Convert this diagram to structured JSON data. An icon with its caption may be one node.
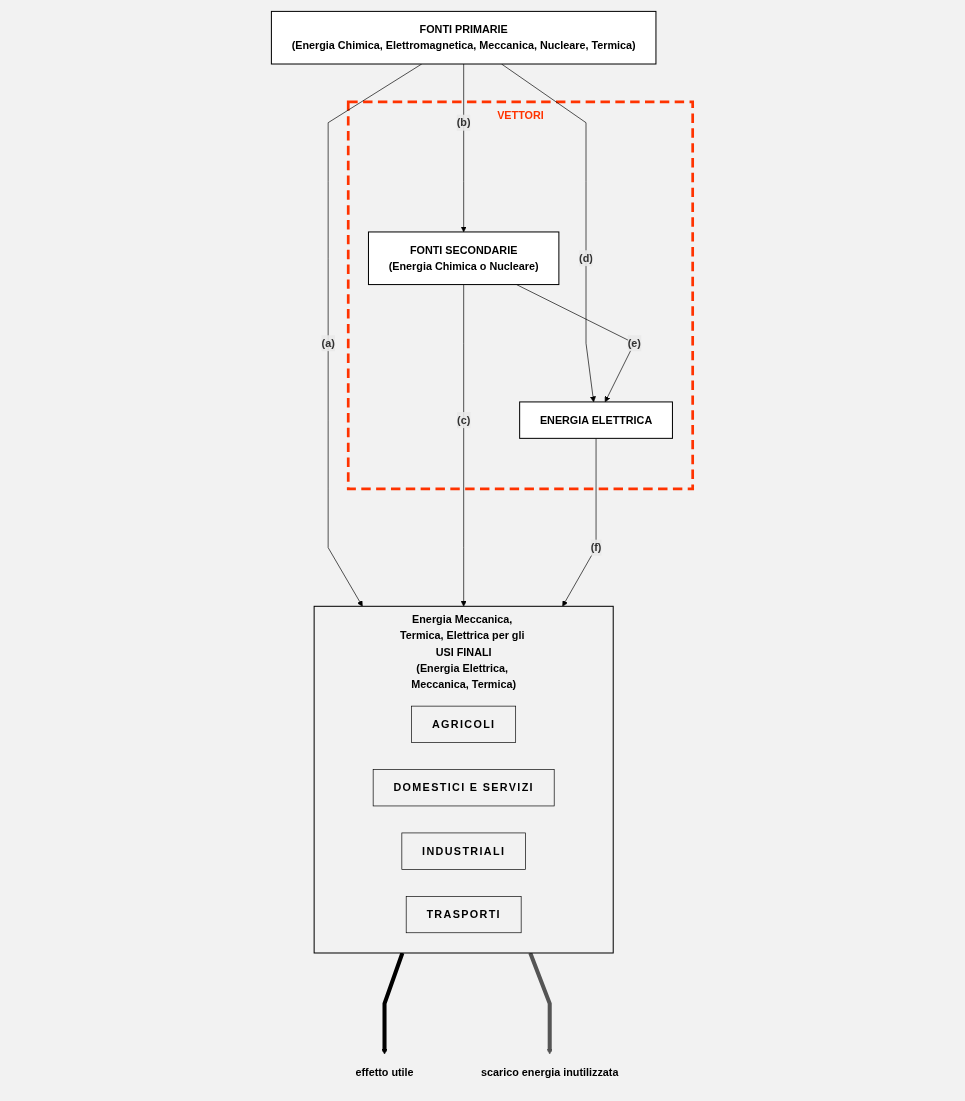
{
  "diagram": {
    "nodes": [
      {
        "text": [
          "FONTI PRIMARIE",
          "(Energia Chimica, Elettromagnetica, Meccanica, Nucleare, Termica)"
        ]
      },
      {
        "text": [
          "VETTORI"
        ]
      },
      {
        "text": [
          "FONTI SECONDARIE",
          "(Energia Chimica o Nucleare)"
        ],
        "in": 1
      },
      {
        "text": [
          "ENERGIA ELETTRICA"
        ],
        "in": 1
      },
      {
        "text": [
          "Energia Meccanica, Termica, Elettrica per gli USI FINALI",
          "(Energia Elettrica, Meccanica, Termica)"
        ]
      },
      {
        "text": [
          "AGRICOLI"
        ],
        "in": 4
      },
      {
        "text": [
          "DOMESTICI E SERVIZI"
        ],
        "in": 4
      },
      {
        "text": [
          "INDUSTRIALI"
        ],
        "in": 4
      },
      {
        "text": [
          "TRASPORTI"
        ],
        "in": 4
      },
      {
        "text": [
          "effetto utile"
        ]
      },
      {
        "text": [
          "scarico energia inutilizzata"
        ]
      }
    ],
    "edges": [
      {
        "from": 0,
        "to": 4,
        "arrow": "to",
        "label": "(a)"
      },
      {
        "from": 0,
        "to": 2,
        "arrow": "to",
        "label": "(b)"
      },
      {
        "from": 2,
        "to": 4,
        "arrow": "to",
        "label": "(c)"
      },
      {
        "from": 0,
        "to": 3,
        "arrow": "to",
        "label": "(d)"
      },
      {
        "from": 2,
        "to": 3,
        "arrow": "to",
        "label": "(e)"
      },
      {
        "from": 3,
        "to": 4,
        "arrow": "to",
        "label": "(f)"
      },
      {
        "from": 4,
        "to": 9,
        "arrow": "to",
        "style": "thick"
      },
      {
        "from": 4,
        "to": 10,
        "arrow": "to",
        "style": "thick",
        "color": "#555555"
      }
    ]
  }
}
